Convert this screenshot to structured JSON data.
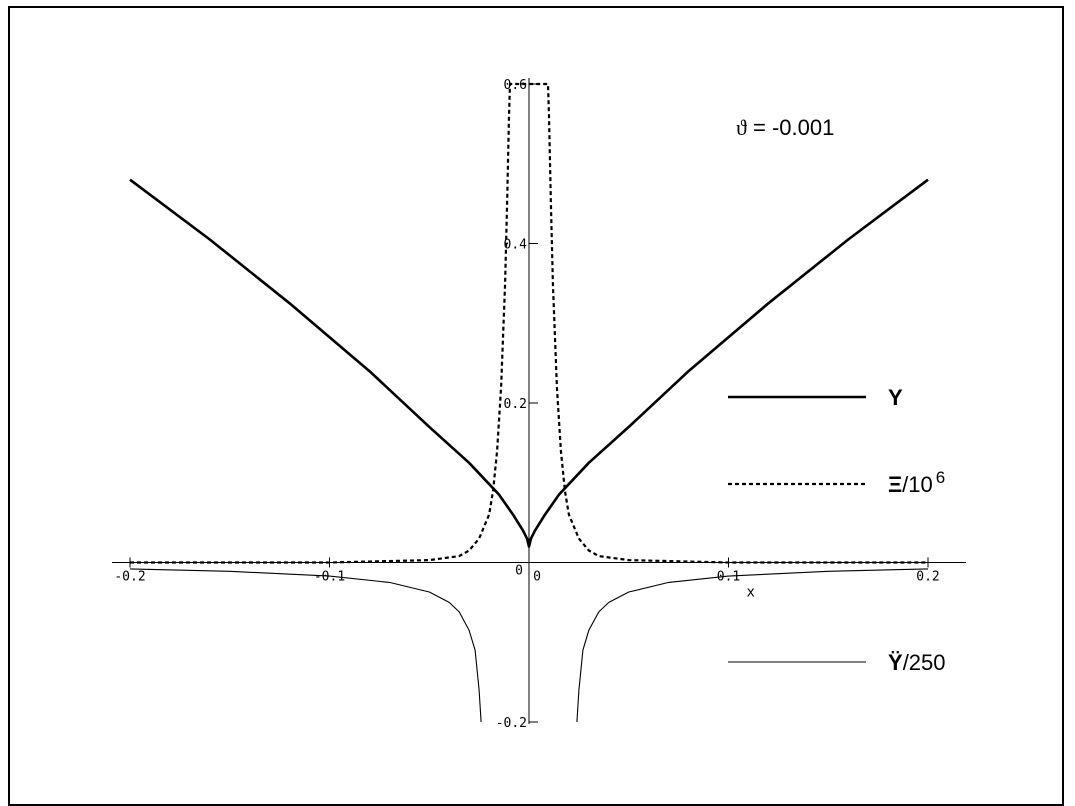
{
  "chart_data": {
    "type": "line",
    "xlim": [
      -0.2,
      0.2
    ],
    "ylim": [
      -0.2,
      0.6
    ],
    "x_ticks": [
      -0.2,
      -0.1,
      0,
      0.1,
      0.2
    ],
    "x_tick_labels": [
      "-0.2",
      "-0.1",
      "0",
      "0.1",
      "0.2"
    ],
    "y_ticks": [
      -0.2,
      0.2,
      0.4,
      0.6
    ],
    "y_tick_labels": [
      "-0.2",
      "0.2",
      "0.4",
      "0.6"
    ],
    "origin_label": "0",
    "xlabel": "x",
    "ylabel": "",
    "annotation": {
      "symbol": "ϑ",
      "text": " = -0.001"
    },
    "grid": false,
    "legend_position": "right",
    "series": [
      {
        "name_main": "Y",
        "name_suffix": "",
        "name_sup": "",
        "style": "solid-thick",
        "x": [
          -0.2,
          -0.16,
          -0.12,
          -0.08,
          -0.05,
          -0.03,
          -0.015,
          -0.008,
          -0.003,
          -0.001,
          0,
          0.001,
          0.003,
          0.008,
          0.015,
          0.03,
          0.05,
          0.08,
          0.12,
          0.16,
          0.2
        ],
        "y": [
          0.48,
          0.405,
          0.325,
          0.24,
          0.17,
          0.125,
          0.085,
          0.06,
          0.04,
          0.03,
          0.02,
          0.03,
          0.04,
          0.06,
          0.085,
          0.125,
          0.17,
          0.24,
          0.325,
          0.405,
          0.48
        ]
      },
      {
        "name_main": "Ξ",
        "name_suffix": "/10",
        "name_sup": "6",
        "style": "dashed",
        "x": [
          -0.2,
          -0.1,
          -0.05,
          -0.035,
          -0.03,
          -0.025,
          -0.02,
          -0.018,
          -0.016,
          -0.014,
          -0.012,
          -0.011,
          -0.01,
          -0.0095,
          0.0095,
          0.01,
          0.011,
          0.012,
          0.014,
          0.016,
          0.018,
          0.02,
          0.025,
          0.03,
          0.035,
          0.05,
          0.1,
          0.2
        ],
        "y": [
          0.0,
          0.0,
          0.003,
          0.008,
          0.015,
          0.03,
          0.06,
          0.09,
          0.14,
          0.22,
          0.35,
          0.45,
          0.56,
          0.6,
          0.6,
          0.56,
          0.45,
          0.35,
          0.22,
          0.14,
          0.09,
          0.06,
          0.03,
          0.015,
          0.008,
          0.003,
          0.0,
          0.0
        ]
      },
      {
        "name_main": "Ÿ",
        "name_suffix": "/250",
        "name_sup": "",
        "style": "solid-thin",
        "x": [
          -0.2,
          -0.15,
          -0.1,
          -0.07,
          -0.05,
          -0.04,
          -0.035,
          -0.03,
          -0.027,
          -0.025,
          -0.024,
          0.024,
          0.025,
          0.027,
          0.03,
          0.035,
          0.04,
          0.05,
          0.07,
          0.1,
          0.15,
          0.2
        ],
        "y": [
          -0.008,
          -0.011,
          -0.017,
          -0.025,
          -0.037,
          -0.05,
          -0.062,
          -0.085,
          -0.11,
          -0.16,
          -0.2,
          -0.2,
          -0.16,
          -0.11,
          -0.085,
          -0.062,
          -0.05,
          -0.037,
          -0.025,
          -0.017,
          -0.011,
          -0.008
        ]
      }
    ]
  }
}
